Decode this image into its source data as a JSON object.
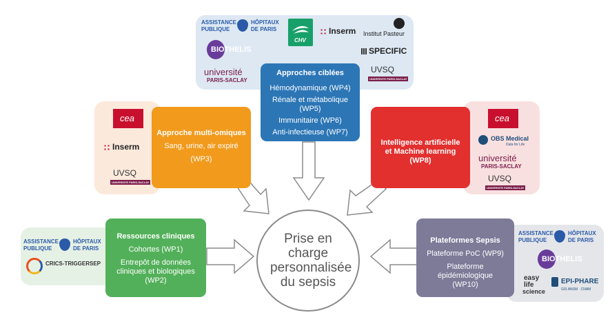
{
  "center": {
    "text": "Prise en charge personnalisée du sepsis"
  },
  "boxes": {
    "ciblees": {
      "title": "Approches ciblées",
      "items": [
        "Hémodynamique (WP4)",
        "Rénale et métabolique (WP5)",
        "Immunitaire (WP6)",
        "Anti-infectieuse (WP7)"
      ]
    },
    "omiques": {
      "title": "Approche multi-omiques",
      "items": [
        "Sang, urine, air expiré",
        "(WP3)"
      ]
    },
    "ia": {
      "title": "Intelligence artificielle et Machine learning (WP8)"
    },
    "ressources": {
      "title": "Ressources cliniques",
      "items": [
        "Cohortes (WP1)",
        "Entrepôt de données cliniques et biologiques (WP2)"
      ]
    },
    "plateformes": {
      "title": "Plateformes Sepsis",
      "items": [
        "Plateforme PoC (WP9)",
        "Plateforme épidémiologique (WP10)"
      ]
    }
  },
  "logos": {
    "aphp_line1": "ASSISTANCE",
    "aphp_line2": "PUBLIQUE",
    "aphp_line3": "HÔPITAUX",
    "aphp_line4": "DE PARIS",
    "chv": "CHV",
    "inserm": "Inserm",
    "pasteur": "Institut Pasteur",
    "biothelis": "BIOTHELIS",
    "specific": "SPECIFIC",
    "universite": "université",
    "paris_saclay": "PARIS-SACLAY",
    "uvsq": "UVSQ",
    "uvsq_sub": "UNIVERSITE PARIS-SACLAY",
    "cea": "cea",
    "obs": "OBS Medical",
    "obs_sub": "Data for Life",
    "crics": "CRICS-TRIGGERSEP",
    "easy_line1": "easy",
    "easy_line2": "life",
    "easy_line3": "science",
    "epiphare": "EPI-PHARE",
    "epiphare_sub": "GIS ANSM · CNAM"
  },
  "colors": {
    "blue": "#2c76b6",
    "orange": "#f19a1c",
    "red": "#e2302f",
    "green": "#53b05a",
    "grey": "#7d7b98",
    "aphp": "#2b5aa8",
    "cea_red": "#c8102e",
    "saclay": "#7b1d4a"
  }
}
